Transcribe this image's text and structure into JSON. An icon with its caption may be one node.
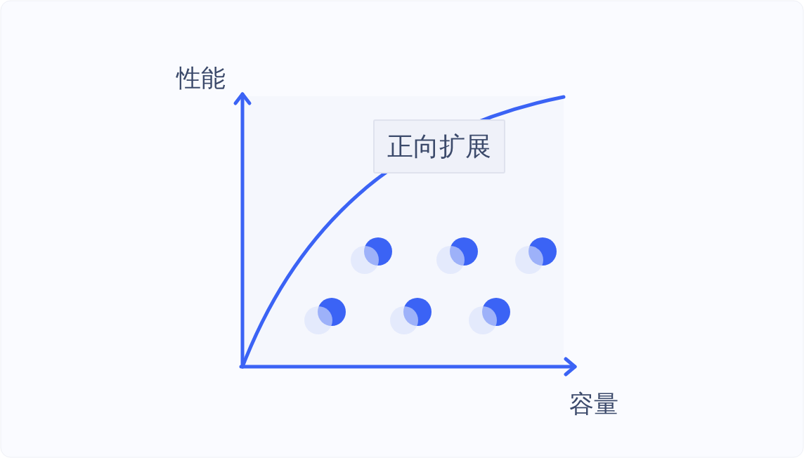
{
  "diagram": {
    "nodes": [
      {
        "text": [
          "正向扩展"
        ]
      }
    ],
    "labels": [
      "性能",
      "容量"
    ]
  }
}
